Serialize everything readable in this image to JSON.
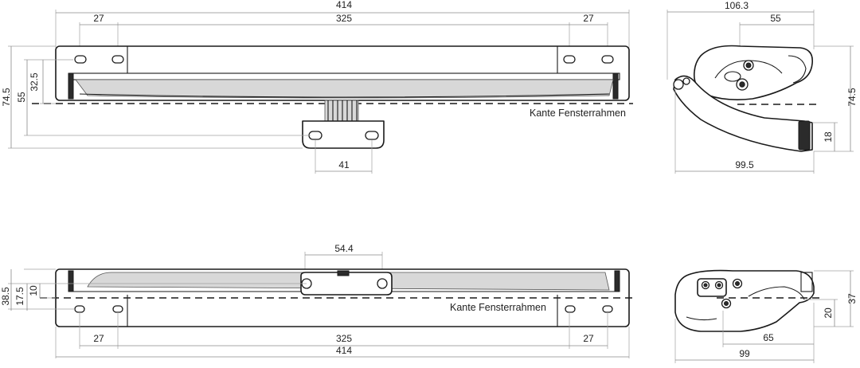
{
  "drawing": {
    "top_front": {
      "dim_total_width": "414",
      "dim_between_holes": "325",
      "dim_left_hole": "27",
      "dim_right_hole": "27",
      "dim_height_total": "74.5",
      "dim_height_mid": "55",
      "dim_height_upper": "32.5",
      "dim_bracket": "41",
      "frame_label": "Kante Fensterrahmen"
    },
    "top_side": {
      "dim_total_width": "106.3",
      "dim_offset": "55",
      "dim_height": "74.5",
      "dim_small": "18",
      "dim_bottom": "99.5"
    },
    "bottom_front": {
      "dim_bracket": "54.4",
      "dim_height_total": "38.5",
      "dim_height_mid": "17.5",
      "dim_height_small": "10",
      "frame_label": "Kante Fensterrahmen",
      "dim_left_hole": "27",
      "dim_between_holes": "325",
      "dim_right_hole": "27",
      "dim_total_width": "414"
    },
    "bottom_side": {
      "dim_height": "37",
      "dim_small": "20",
      "dim_offset": "65",
      "dim_total_width": "99"
    }
  }
}
